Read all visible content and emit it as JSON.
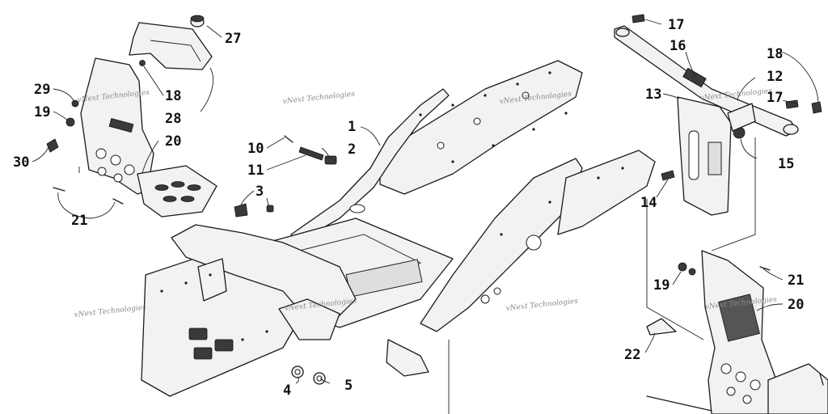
{
  "watermark": "vNext Technologies",
  "callouts": {
    "c1": "1",
    "c2": "2",
    "c3": "3",
    "c4": "4",
    "c5": "5",
    "c10": "10",
    "c11": "11",
    "c12": "12",
    "c13": "13",
    "c14": "14",
    "c15": "15",
    "c16": "16",
    "c17a": "17",
    "c17b": "17",
    "c18a": "18",
    "c18b": "18",
    "c19a": "19",
    "c19b": "19",
    "c20a": "20",
    "c20b": "20",
    "c21a": "21",
    "c21b": "21",
    "c22": "22",
    "c27": "27",
    "c28": "28",
    "c29": "29",
    "c30": "30"
  },
  "colors": {
    "line": "#1a1a1a",
    "panel": "#f2f2f2",
    "watermark": "#8a8a8a"
  }
}
